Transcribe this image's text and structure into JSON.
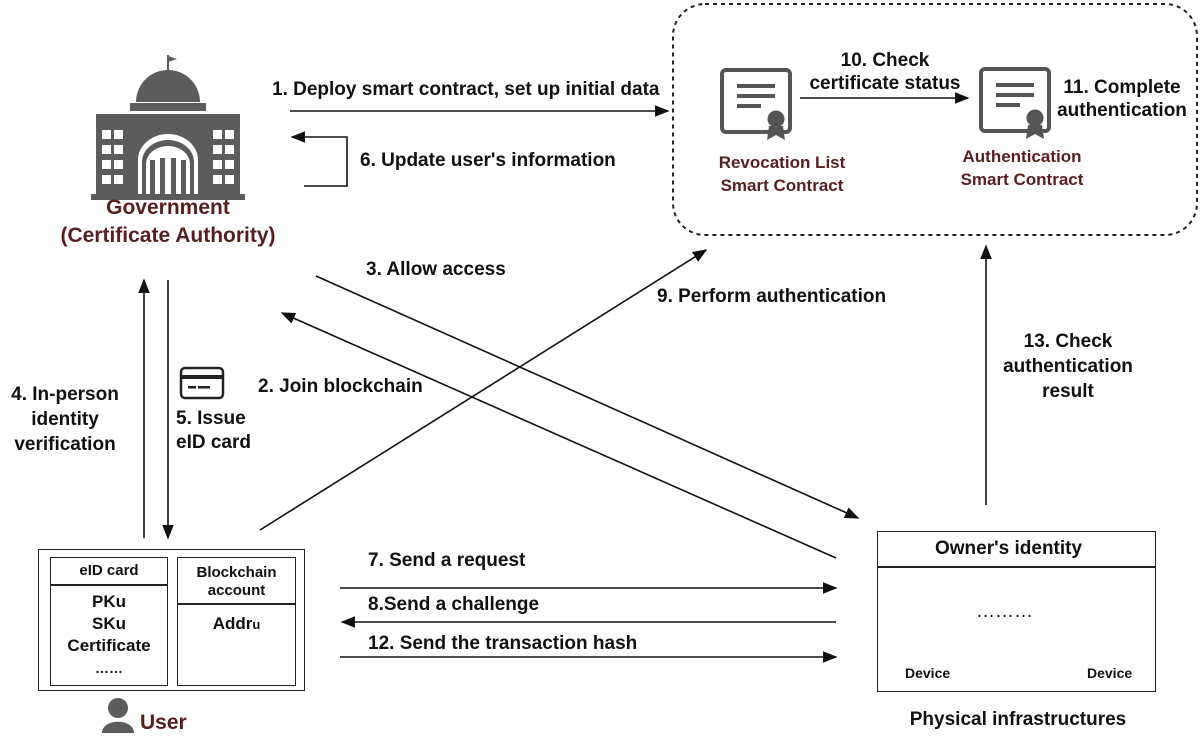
{
  "entities": {
    "government": {
      "name": "Government",
      "role": "(Certificate Authority)"
    },
    "user": {
      "name": "User"
    },
    "revocation_contract": {
      "line1": "Revocation List",
      "line2": "Smart Contract"
    },
    "auth_contract": {
      "line1": "Authentication",
      "line2": "Smart Contract"
    },
    "physical": {
      "name": "Physical infrastructures",
      "owner": "Owner's identity",
      "device_label": "Device",
      "dots": "………"
    }
  },
  "user_panel": {
    "eid_title": "eID card",
    "eid_items": [
      "PKu",
      "SKu",
      "Certificate",
      "……"
    ],
    "bc_title_line1": "Blockchain",
    "bc_title_line2": "account",
    "addr_main": "Addr",
    "addr_sub": "u"
  },
  "steps": {
    "s1": "1. Deploy smart contract, set up initial data",
    "s2": "2. Join blockchain",
    "s3": "3. Allow access",
    "s4_l1": "4. In-person",
    "s4_l2": "identity",
    "s4_l3": "verification",
    "s5_l1": "5. Issue",
    "s5_l2": "eID card",
    "s6": "6. Update user's information",
    "s7": "7. Send a request",
    "s8": "8.Send a challenge",
    "s9": "9. Perform authentication",
    "s10_l1": "10. Check",
    "s10_l2": "certificate status",
    "s11_l1": "11. Complete",
    "s11_l2": "authentication",
    "s12": "12. Send the transaction hash",
    "s13_l1": "13. Check",
    "s13_l2": "authentication",
    "s13_l3": "result"
  },
  "colors": {
    "accent_text": "#5a1e1e",
    "icon_gray": "#555555",
    "line": "#111111"
  }
}
